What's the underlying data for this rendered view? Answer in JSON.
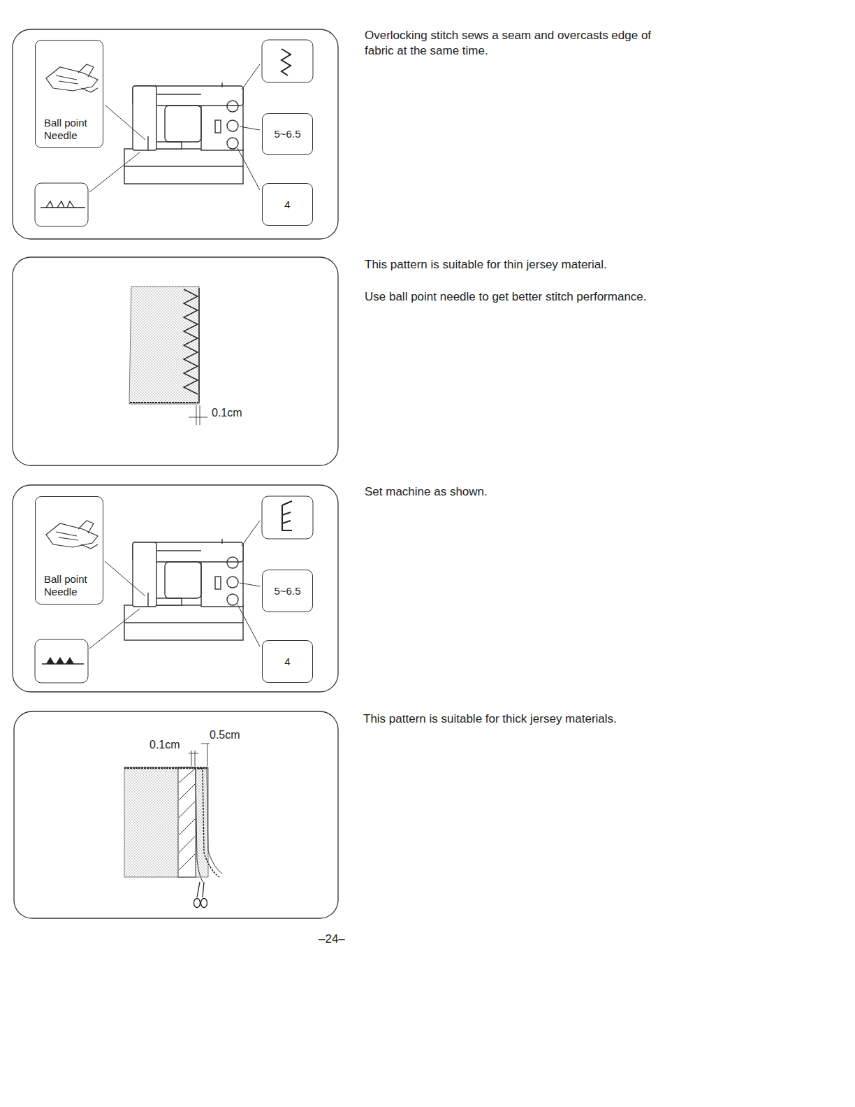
{
  "diagram": {
    "nodes": [
      {
        "text": [
          "Ball point Needle"
        ]
      },
      {
        "text": [
          "5~6.5"
        ]
      },
      {
        "text": [
          "4"
        ]
      },
      {
        "text": [
          "Ball point Needle"
        ]
      },
      {
        "text": [
          "5~6.5"
        ]
      },
      {
        "text": [
          "4"
        ]
      }
    ],
    "labels": [
      "Overlocking stitch sews a seam and overcasts edge of fabric at the same time.",
      "This pattern is suitable for thin jersey material.",
      "Use ball point needle to get better stitch performance.",
      "0.1cm",
      "Set machine as shown.",
      "This pattern is suitable for thick jersey materials.",
      "0.1cm",
      "0.5cm",
      "–24–"
    ]
  }
}
